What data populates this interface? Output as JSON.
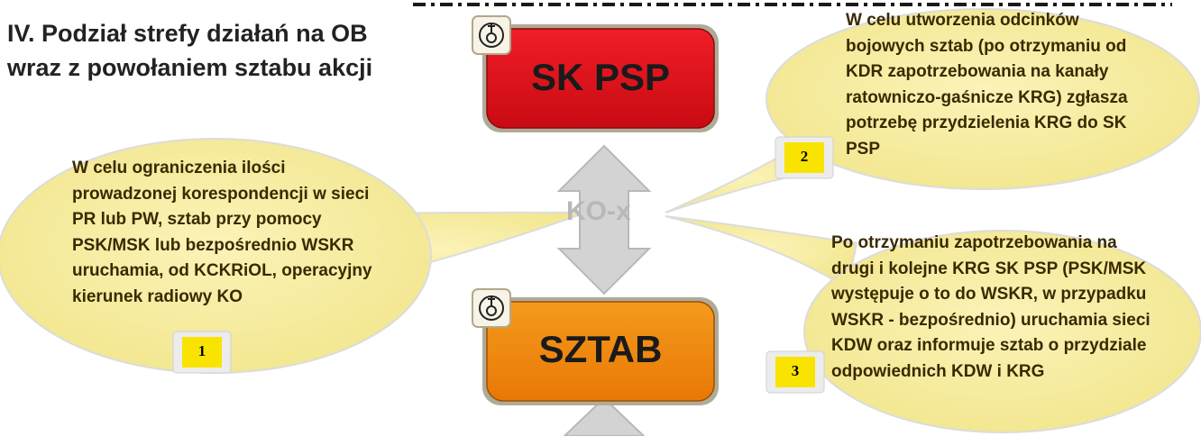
{
  "title": {
    "line1": "IV. Podział strefy działań na OB",
    "line2": "wraz z powołaniem sztabu akcji"
  },
  "boxes": {
    "top": {
      "label": "SK PSP",
      "color": "#e0141e"
    },
    "bottom": {
      "label": "SZTAB",
      "color": "#f0840c"
    }
  },
  "connector_label": "KO-x",
  "callouts": [
    {
      "number": "1",
      "lines": [
        "W celu ograniczenia ilości",
        "prowadzonej korespondencji w sieci",
        "PR lub PW, sztab przy pomocy",
        "PSK/MSK lub bezpośrednio  WSKR",
        "uruchamia, od KCKRiOL, operacyjny",
        "kierunek  radiowy KO"
      ]
    },
    {
      "number": "2",
      "lines": [
        "W celu utworzenia odcinków",
        "bojowych sztab (po otrzymaniu od",
        "KDR zapotrzebowania na kanały",
        "ratowniczo-gaśnicze KRG) zgłasza",
        "potrzebę przydzielenia KRG do SK",
        "PSP"
      ]
    },
    {
      "number": "3",
      "lines": [
        "Po otrzymaniu zapotrzebowania na",
        "drugi i kolejne KRG SK PSP (PSK/MSK",
        "występuje o to do WSKR, w przypadku",
        "WSKR - bezpośrednio) uruchamia sieci",
        "KDW oraz informuje sztab o przydziale",
        "odpowiednich KDW i KRG"
      ]
    }
  ],
  "colors": {
    "bubble_fill": "#f5eca0",
    "bubble_stroke": "#d8d8d8",
    "number_badge": "#f8e400",
    "arrow_fill": "#d0d0d0"
  },
  "icons": [
    "radio-icon"
  ]
}
